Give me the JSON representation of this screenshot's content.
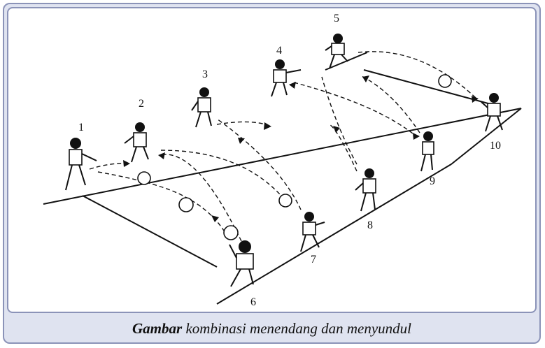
{
  "figure": {
    "caption_bold": "Gambar",
    "caption_rest": " kombinasi menendang dan menyundul",
    "player_numbers": [
      "1",
      "2",
      "3",
      "4",
      "5",
      "6",
      "7",
      "8",
      "9",
      "10"
    ]
  },
  "colors": {
    "frame_border": "#8b93b8",
    "caption_bg": "#dfe3f0",
    "ink": "#111111"
  }
}
